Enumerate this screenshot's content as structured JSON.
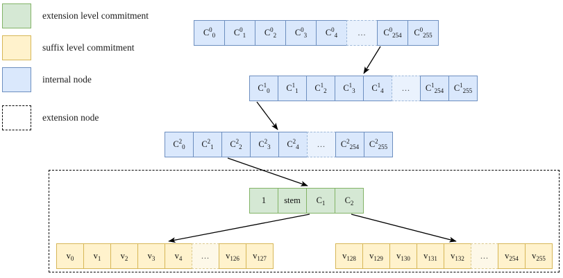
{
  "legend": {
    "items": [
      {
        "label": "extension level commitment",
        "swatch": "green-square",
        "icon": "legend-swatch-green"
      },
      {
        "label": "suffix level commitment",
        "swatch": "yellow-square",
        "icon": "legend-swatch-yellow"
      },
      {
        "label": "internal node",
        "swatch": "blue-square",
        "icon": "legend-swatch-blue"
      },
      {
        "label": "extension node",
        "swatch": "dashed-square",
        "icon": "legend-swatch-dashed"
      }
    ]
  },
  "colors": {
    "extension_level_commitment_fill": "#d5e8d4",
    "extension_level_commitment_stroke": "#82b366",
    "suffix_level_commitment_fill": "#fff2cc",
    "suffix_level_commitment_stroke": "#d6b656",
    "internal_node_fill": "#dae8fc",
    "internal_node_stroke": "#6c8ebf",
    "extension_node_stroke": "#000000",
    "arrow_color": "#000000",
    "text_color": "#111111"
  },
  "rows": {
    "level0": {
      "name": "internal-node-row-level-0",
      "cells": [
        {
          "base": "C",
          "sup": "0",
          "sub": "0",
          "ellipsis": false
        },
        {
          "base": "C",
          "sup": "0",
          "sub": "1",
          "ellipsis": false
        },
        {
          "base": "C",
          "sup": "0",
          "sub": "2",
          "ellipsis": false
        },
        {
          "base": "C",
          "sup": "0",
          "sub": "3",
          "ellipsis": false
        },
        {
          "base": "C",
          "sup": "0",
          "sub": "4",
          "ellipsis": false
        },
        {
          "base": "...",
          "sup": "",
          "sub": "",
          "ellipsis": true
        },
        {
          "base": "C",
          "sup": "0",
          "sub": "254",
          "ellipsis": false
        },
        {
          "base": "C",
          "sup": "0",
          "sub": "255",
          "ellipsis": false
        }
      ]
    },
    "level1": {
      "name": "internal-node-row-level-1",
      "cells": [
        {
          "base": "C",
          "sup": "1",
          "sub": "0",
          "ellipsis": false
        },
        {
          "base": "C",
          "sup": "1",
          "sub": "1",
          "ellipsis": false
        },
        {
          "base": "C",
          "sup": "1",
          "sub": "2",
          "ellipsis": false
        },
        {
          "base": "C",
          "sup": "1",
          "sub": "3",
          "ellipsis": false
        },
        {
          "base": "C",
          "sup": "1",
          "sub": "4",
          "ellipsis": false
        },
        {
          "base": "...",
          "sup": "",
          "sub": "",
          "ellipsis": true
        },
        {
          "base": "C",
          "sup": "1",
          "sub": "254",
          "ellipsis": false
        },
        {
          "base": "C",
          "sup": "1",
          "sub": "255",
          "ellipsis": false
        }
      ]
    },
    "level2": {
      "name": "internal-node-row-level-2",
      "cells": [
        {
          "base": "C",
          "sup": "2",
          "sub": "0",
          "ellipsis": false
        },
        {
          "base": "C",
          "sup": "2",
          "sub": "1",
          "ellipsis": false
        },
        {
          "base": "C",
          "sup": "2",
          "sub": "2",
          "ellipsis": false
        },
        {
          "base": "C",
          "sup": "2",
          "sub": "3",
          "ellipsis": false
        },
        {
          "base": "C",
          "sup": "2",
          "sub": "4",
          "ellipsis": false
        },
        {
          "base": "...",
          "sup": "",
          "sub": "",
          "ellipsis": true
        },
        {
          "base": "C",
          "sup": "2",
          "sub": "254",
          "ellipsis": false
        },
        {
          "base": "C",
          "sup": "2",
          "sub": "255",
          "ellipsis": false
        }
      ]
    },
    "extension_node": {
      "name": "extension-node-row",
      "cells": [
        {
          "base": "1",
          "sup": "",
          "sub": "",
          "ellipsis": false
        },
        {
          "base": "stem",
          "sup": "",
          "sub": "",
          "ellipsis": false
        },
        {
          "base": "C",
          "sup": "",
          "sub": "1",
          "ellipsis": false
        },
        {
          "base": "C",
          "sup": "",
          "sub": "2",
          "ellipsis": false
        }
      ]
    },
    "suffix_left": {
      "name": "suffix-row-left",
      "cells": [
        {
          "base": "v",
          "sup": "",
          "sub": "0",
          "ellipsis": false
        },
        {
          "base": "v",
          "sup": "",
          "sub": "1",
          "ellipsis": false
        },
        {
          "base": "v",
          "sup": "",
          "sub": "2",
          "ellipsis": false
        },
        {
          "base": "v",
          "sup": "",
          "sub": "3",
          "ellipsis": false
        },
        {
          "base": "v",
          "sup": "",
          "sub": "4",
          "ellipsis": false
        },
        {
          "base": "...",
          "sup": "",
          "sub": "",
          "ellipsis": true
        },
        {
          "base": "v",
          "sup": "",
          "sub": "126",
          "ellipsis": false
        },
        {
          "base": "v",
          "sup": "",
          "sub": "127",
          "ellipsis": false
        }
      ]
    },
    "suffix_right": {
      "name": "suffix-row-right",
      "cells": [
        {
          "base": "v",
          "sup": "",
          "sub": "128",
          "ellipsis": false
        },
        {
          "base": "v",
          "sup": "",
          "sub": "129",
          "ellipsis": false
        },
        {
          "base": "v",
          "sup": "",
          "sub": "130",
          "ellipsis": false
        },
        {
          "base": "v",
          "sup": "",
          "sub": "131",
          "ellipsis": false
        },
        {
          "base": "v",
          "sup": "",
          "sub": "132",
          "ellipsis": false
        },
        {
          "base": "...",
          "sup": "",
          "sub": "",
          "ellipsis": true
        },
        {
          "base": "v",
          "sup": "",
          "sub": "254",
          "ellipsis": false
        },
        {
          "base": "v",
          "sup": "",
          "sub": "255",
          "ellipsis": false
        }
      ]
    }
  },
  "arrows": [
    {
      "name": "arrow-level0-to-level1",
      "from": "C^0_254",
      "to": "level-1 row"
    },
    {
      "name": "arrow-level1-to-level2",
      "from": "C^1_0",
      "to": "level-2 row"
    },
    {
      "name": "arrow-level2-to-extension-node",
      "from": "C^2_2",
      "to": "extension node"
    },
    {
      "name": "arrow-extension-node-to-suffix-left",
      "from": "C_1",
      "to": "v_0 .. v_127 row"
    },
    {
      "name": "arrow-extension-node-to-suffix-right",
      "from": "C_2",
      "to": "v_128 .. v_255 row"
    }
  ]
}
